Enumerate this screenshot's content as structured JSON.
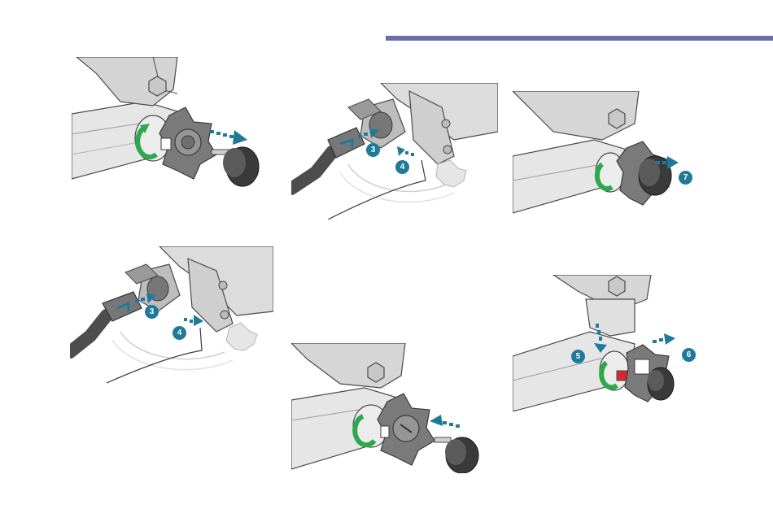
{
  "colors": {
    "accent_rule": "#6e6ea6",
    "steel_light": "#e3e3e3",
    "steel_mid": "#c8c8c8",
    "steel_dark": "#9a9a9a",
    "outline": "#4a4a4a",
    "knob": "#6f6f6f",
    "cap": "#3a3a3a",
    "green": "#2da84a",
    "red": "#d8262f",
    "arrow_blue": "#1f7a99",
    "cable": "#4d4d4d"
  },
  "figures": [
    {
      "id": "fig-1",
      "steps": []
    },
    {
      "id": "fig-2",
      "steps": [
        "3",
        "4"
      ]
    },
    {
      "id": "fig-3",
      "steps": [
        "7"
      ]
    },
    {
      "id": "fig-4",
      "steps": [
        "3",
        "4"
      ]
    },
    {
      "id": "fig-5",
      "steps": []
    },
    {
      "id": "fig-6",
      "steps": [
        "5",
        "6"
      ]
    }
  ]
}
